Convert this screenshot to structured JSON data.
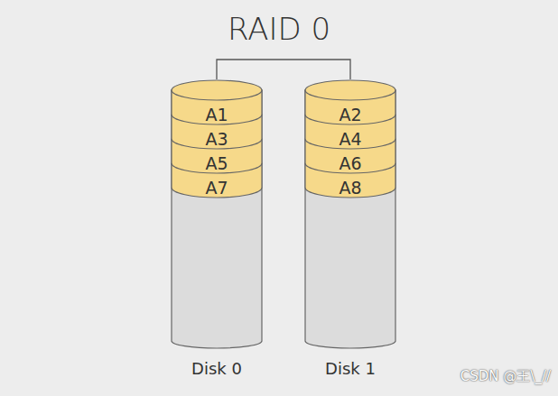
{
  "diagram": {
    "title": "RAID 0",
    "nodes": [
      {
        "text": [
          "Disk 0"
        ]
      },
      {
        "text": [
          "A1"
        ],
        "in": 0
      },
      {
        "text": [
          "A3"
        ],
        "in": 0
      },
      {
        "text": [
          "A5"
        ],
        "in": 0
      },
      {
        "text": [
          "A7"
        ],
        "in": 0
      },
      {
        "text": [
          "Disk 1"
        ]
      },
      {
        "text": [
          "A2"
        ],
        "in": 5
      },
      {
        "text": [
          "A4"
        ],
        "in": 5
      },
      {
        "text": [
          "A6"
        ],
        "in": 5
      },
      {
        "text": [
          "A8"
        ],
        "in": 5
      }
    ],
    "edges": [
      {
        "from": 0,
        "to": 5,
        "arrow": "none"
      }
    ],
    "labels": [
      "CSDN @王\\_//"
    ]
  }
}
